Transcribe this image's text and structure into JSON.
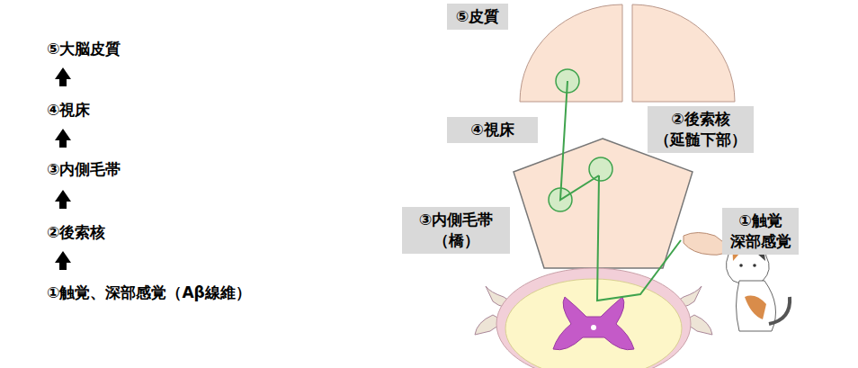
{
  "diagram": {
    "nodes": [
      {
        "text": [
          "⑤皮質"
        ]
      },
      {
        "text": [
          "④視床"
        ]
      },
      {
        "text": [
          "②後索核 （延髄下部）"
        ]
      },
      {
        "text": [
          "③内側毛帯 （橋）"
        ]
      },
      {
        "text": [
          "①触覚 深部感覚"
        ]
      }
    ],
    "labels": [
      "⑤大脳皮質",
      "④視床",
      "③内側毛帯",
      "②後索核",
      "①触覚、深部感覚（Aβ線維）"
    ]
  }
}
